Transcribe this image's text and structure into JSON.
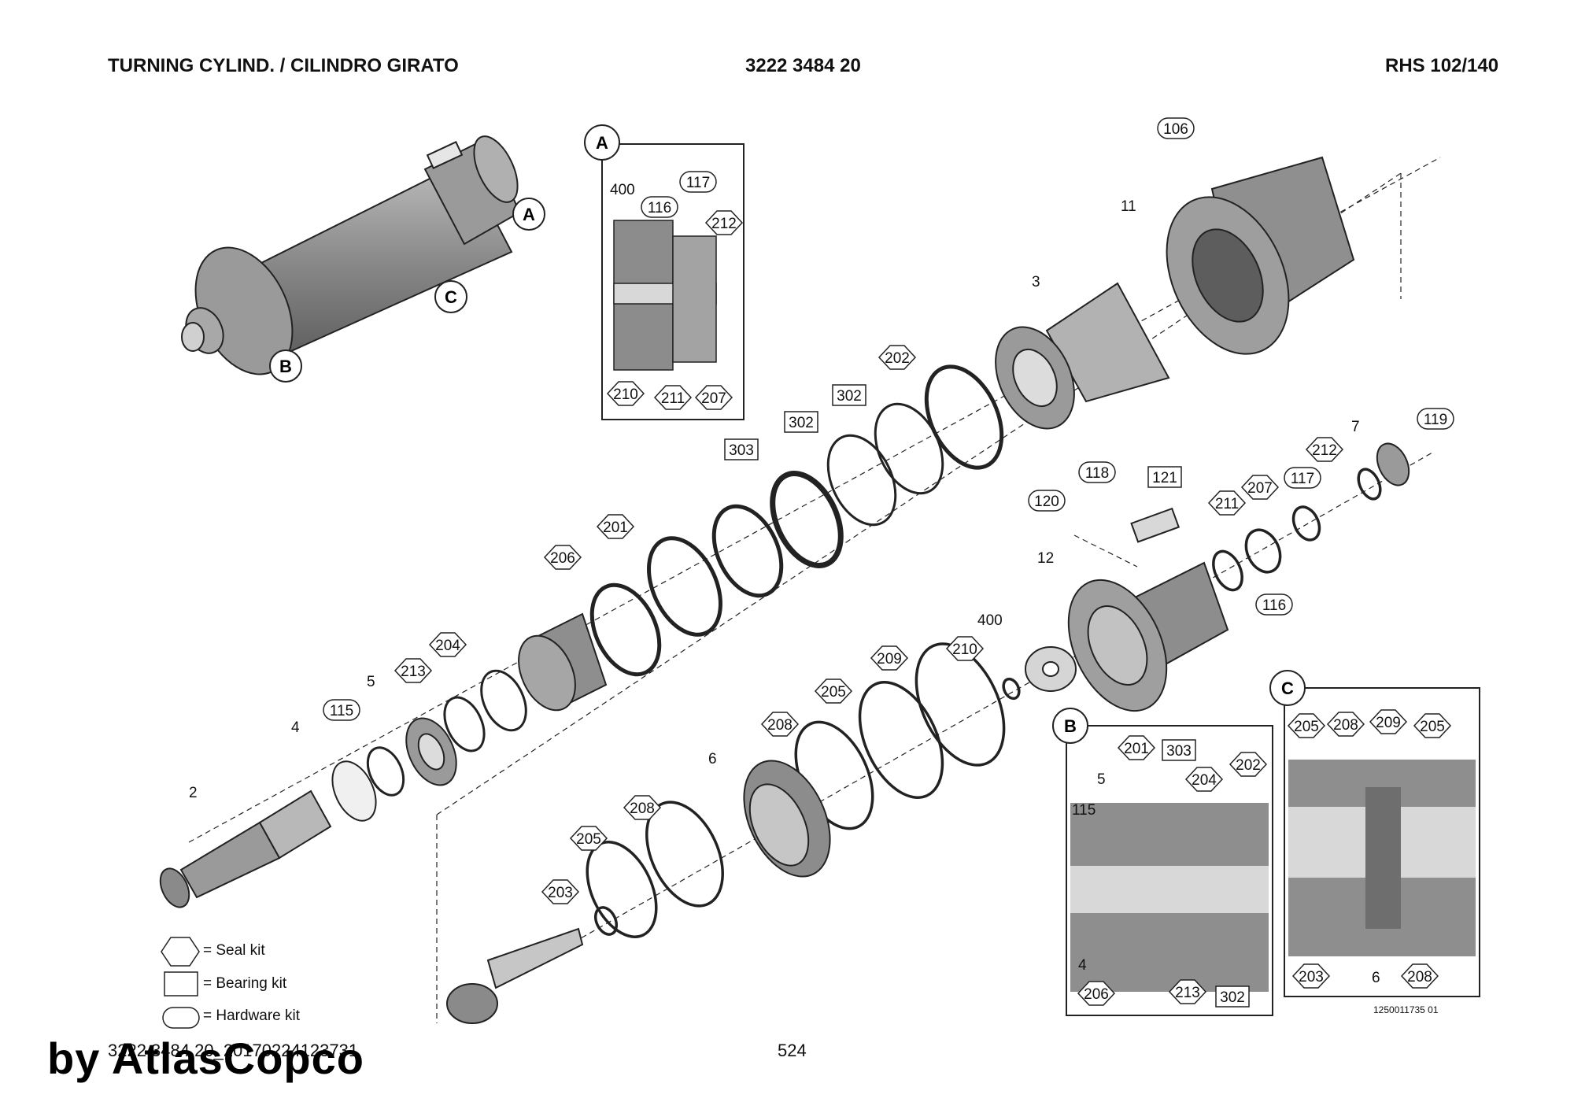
{
  "header": {
    "title": "TURNING CYLIND. / CILINDRO GIRATO",
    "part_number": "3222 3484 20",
    "model": "RHS 102/140"
  },
  "legend": {
    "seal_kit": "= Seal kit",
    "bearing_kit": "= Bearing kit",
    "hardware_kit": "= Hardware kit"
  },
  "footer": {
    "code": "3222 3484 20_20170224123731",
    "page": "524",
    "drawing_code": "1250011735 01",
    "watermark": "by AtlasCopco"
  },
  "detail_labels": {
    "a": "A",
    "b": "B",
    "c": "C"
  },
  "callouts": {
    "p2": "2",
    "p3": "3",
    "p4": "4",
    "p5": "5",
    "p6": "6",
    "p7": "7",
    "p11": "11",
    "p12": "12",
    "p106": "106",
    "p115": "115",
    "p116": "116",
    "p117": "117",
    "p118": "118",
    "p119": "119",
    "p120": "120",
    "p121": "121",
    "p201": "201",
    "p202": "202",
    "p203": "203",
    "p204": "204",
    "p205": "205",
    "p206": "206",
    "p207": "207",
    "p208": "208",
    "p209": "209",
    "p210": "210",
    "p211": "211",
    "p212": "212",
    "p213": "213",
    "p302": "302",
    "p303": "303",
    "p400": "400"
  },
  "colors": {
    "part_fill": "#8c8c8c",
    "part_light": "#c9c9c9",
    "line": "#222222"
  }
}
